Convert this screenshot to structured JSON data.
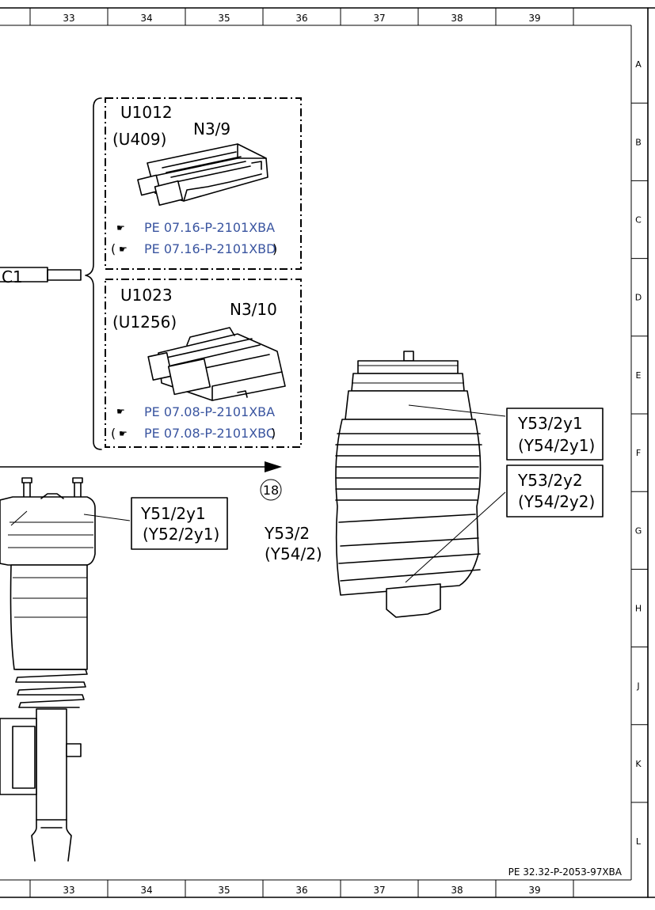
{
  "grid": {
    "columns": [
      "33",
      "34",
      "35",
      "36",
      "37",
      "38",
      "39"
    ],
    "rows": [
      "A",
      "B",
      "C",
      "D",
      "E",
      "F",
      "G",
      "H",
      "J",
      "K",
      "L"
    ]
  },
  "connector_left": {
    "label": "C1"
  },
  "group_top": {
    "part_number": "U1012",
    "alt_part_number": "(U409)",
    "component": "N3/9",
    "links": [
      "PE 07.16-P-2101XBA",
      "PE 07.16-P-2101XBD"
    ]
  },
  "group_bottom": {
    "part_number": "U1023",
    "alt_part_number": "(U1256)",
    "component": "N3/10",
    "links": [
      "PE 07.08-P-2101XBA",
      "PE 07.08-P-2101XBC"
    ]
  },
  "paren_open": "(",
  "paren_close": ")",
  "arrow_marker": "18",
  "left_strut": {
    "callout_line1": "Y51/2y1",
    "callout_line2": "(Y52/2y1)"
  },
  "right_strut": {
    "label_line1": "Y53/2",
    "label_line2": "(Y54/2)",
    "callout1_line1": "Y53/2y1",
    "callout1_line2": "(Y54/2y1)",
    "callout2_line1": "Y53/2y2",
    "callout2_line2": "(Y54/2y2)"
  },
  "footer": {
    "reference": "PE 32.32-P-2053-97XBA"
  }
}
